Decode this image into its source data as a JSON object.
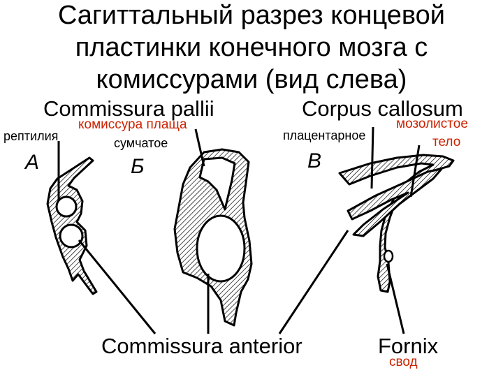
{
  "title": {
    "line1": "Сагиттальный разрез концевой",
    "line2": "пластинки конечного мозга с",
    "line3": "комиссурами (вид слева)"
  },
  "labels": {
    "commissura_pallii": "Commissura pallii",
    "komissura_plashcha": "комиссура плаща",
    "corpus_callosum": "Corpus callosum",
    "mozolistoe": "мозолистое",
    "telo": "тело",
    "reptilia": "рептилия",
    "sumchatoe": "сумчатое",
    "placentarnoe": "плацентарное",
    "commissura_anterior": "Commissura anterior",
    "fornix": "Fornix",
    "svod": "свод"
  },
  "letters": {
    "a": "А",
    "b": "Б",
    "v": "В"
  },
  "colors": {
    "russian_label": "#cc2200",
    "ink": "#000000"
  }
}
